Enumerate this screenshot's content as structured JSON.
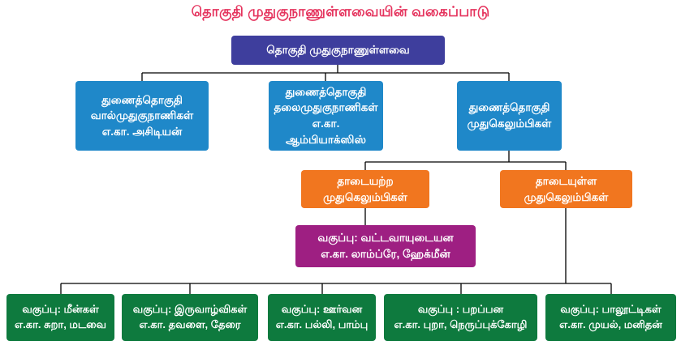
{
  "title": "தொகுதி முதுகுநாணுள்ளவையின் வகைப்பாடு",
  "colors": {
    "title": "#e5345e",
    "root": "#3e3e9d",
    "subphylum": "#1f88c9",
    "jaw": "#f1761f",
    "cyclostomata": "#9e1f82",
    "classes": "#0e7a3e",
    "line": "#000000"
  },
  "nodes": {
    "root": {
      "label": "தொகுதி முதுகுநாணுள்ளவை"
    },
    "urochordata": {
      "label": "துணைத்தொகுதி\nவால்முதுகுநாணிகள்\nஎ.கா. அசிடியன்"
    },
    "cephalochordata": {
      "label": "துணைத்தொகுதி\nதலைமுதுகுநாணிகள்\nஎ.கா. ஆம்பியாக்ஸிஸ்"
    },
    "vertebrata": {
      "label": "துணைத்தொகுதி\nமுதுகெலும்பிகள்"
    },
    "jawless": {
      "label": "தாடையற்ற\nமுதுகெலும்பிகள்"
    },
    "jawed": {
      "label": "தாடையுள்ள\nமுதுகெலும்பிகள்"
    },
    "cyclostomata": {
      "label": "வகுப்பு: வட்டவாயுடையன\nஎ.கா. லாம்ப்ரே, ஹேக்மீன்"
    },
    "pisces": {
      "label": "வகுப்பு: மீன்கள்\nஎ.கா. சுறா, மடவை"
    },
    "amphibia": {
      "label": "வகுப்பு: இருவாழ்விகள்\nஎ.கா. தவளை, தேரை"
    },
    "reptilia": {
      "label": "வகுப்பு: ஊர்வன\nஎ.கா. பல்லி, பாம்பு"
    },
    "aves": {
      "label": "வகுப்பு : பறப்பன\nஎ.கா. புறா, நெருப்புக்கோழி"
    },
    "mammalia": {
      "label": "வகுப்பு: பாலூட்டிகள்\nஎ.கா. முயல், மனிதன்"
    }
  }
}
